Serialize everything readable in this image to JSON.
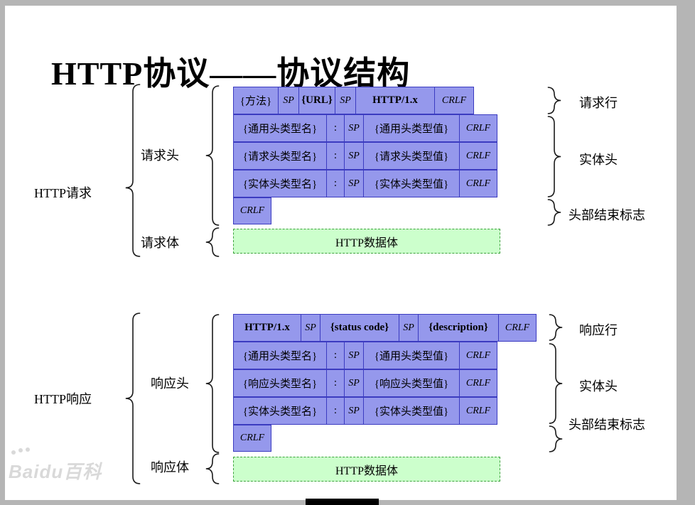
{
  "title": "HTTP协议——协议结构",
  "watermark": "Baidu百科",
  "colors": {
    "cell_bg": "#9598ec",
    "cell_border": "#3b3bc0",
    "body_bg": "#ccffcc",
    "body_border": "#3da23d",
    "frame_gray": "#b5b5b5",
    "watermark": "#d9d9d9"
  },
  "request": {
    "side_label": "HTTP请求",
    "headers_label": "请求头",
    "body_label": "请求体",
    "line_cells": [
      "{方法}",
      "SP",
      "{URL}",
      "SP",
      "HTTP/1.x",
      "CRLF"
    ],
    "header_rows": [
      [
        "{通用头类型名}",
        ":",
        "SP",
        "{通用头类型值}",
        "CRLF"
      ],
      [
        "{请求头类型名}",
        ":",
        "SP",
        "{请求头类型值}",
        "CRLF"
      ],
      [
        "{实体头类型名}",
        ":",
        "SP",
        "{实体头类型值}",
        "CRLF"
      ]
    ],
    "crlf": "CRLF",
    "body": "HTTP数据体",
    "right_labels": [
      "请求行",
      "实体头",
      "头部结束标志"
    ]
  },
  "response": {
    "side_label": "HTTP响应",
    "headers_label": "响应头",
    "body_label": "响应体",
    "line_cells": [
      "HTTP/1.x",
      "SP",
      "{status code}",
      "SP",
      "{description}",
      "CRLF"
    ],
    "header_rows": [
      [
        "{通用头类型名}",
        ":",
        "SP",
        "{通用头类型值}",
        "CRLF"
      ],
      [
        "{响应头类型名}",
        ":",
        "SP",
        "{响应头类型值}",
        "CRLF"
      ],
      [
        "{实体头类型名}",
        ":",
        "SP",
        "{实体头类型值}",
        "CRLF"
      ]
    ],
    "crlf": "CRLF",
    "body": "HTTP数据体",
    "right_labels": [
      "响应行",
      "实体头",
      "头部结束标志"
    ]
  }
}
